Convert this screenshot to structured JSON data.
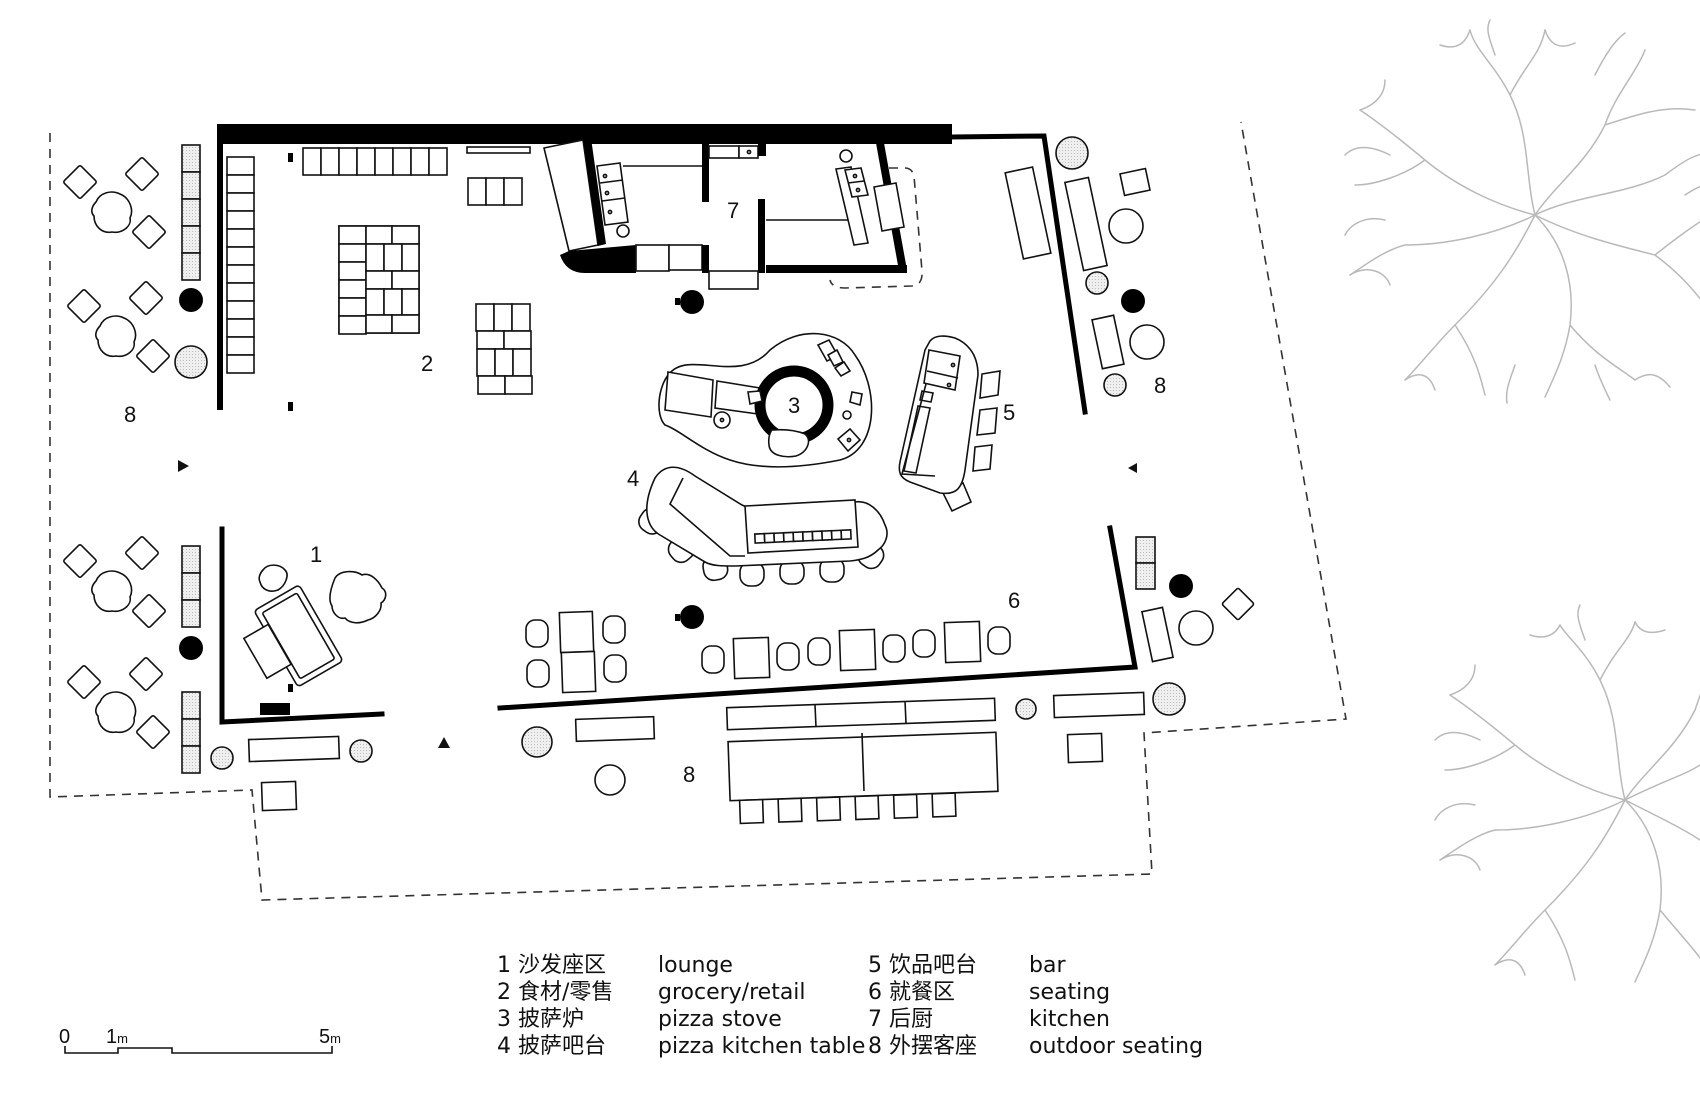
{
  "zones": {
    "z1": "1",
    "z2": "2",
    "z3": "3",
    "z4": "4",
    "z5": "5",
    "z6": "6",
    "z7": "7",
    "z8_left": "8",
    "z8_right": "8",
    "z8_bottom": "8"
  },
  "legend": [
    {
      "num": "1",
      "zh": "沙发座区",
      "en": "lounge"
    },
    {
      "num": "2",
      "zh": "食材/零售",
      "en": "grocery/retail"
    },
    {
      "num": "3",
      "zh": "披萨炉",
      "en": "pizza stove"
    },
    {
      "num": "4",
      "zh": "披萨吧台",
      "en": "pizza kitchen table"
    },
    {
      "num": "5",
      "zh": "饮品吧台",
      "en": "bar"
    },
    {
      "num": "6",
      "zh": "就餐区",
      "en": "seating"
    },
    {
      "num": "7",
      "zh": "后厨",
      "en": "kitchen"
    },
    {
      "num": "8",
      "zh": "外摆客座",
      "en": "outdoor seating"
    }
  ],
  "legend_text": {
    "l1": "1 沙发座区",
    "e1": "lounge",
    "l2": "2 食材/零售",
    "e2": "grocery/retail",
    "l3": "3 披萨炉",
    "e3": "pizza stove",
    "l4": "4 披萨吧台",
    "e4": "pizza kitchen table",
    "l5": "5 饮品吧台",
    "e5": "bar",
    "l6": "6 就餐区",
    "e6": "seating",
    "l7": "7 后厨",
    "e7": "kitchen",
    "l8": "8 外摆客座",
    "e8": "outdoor seating"
  },
  "scale_bar": {
    "zero": "0",
    "one": "1",
    "five": "5",
    "unit": "m"
  },
  "colors": {
    "wall": "#000000",
    "line": "#111111",
    "tree": "#b9b9b9",
    "planter_fill": "#e6e6e6"
  },
  "icons": {
    "entrance": "entrance-arrow-icon",
    "column": "column-icon",
    "tree": "tree-icon",
    "planter": "planter-icon"
  }
}
